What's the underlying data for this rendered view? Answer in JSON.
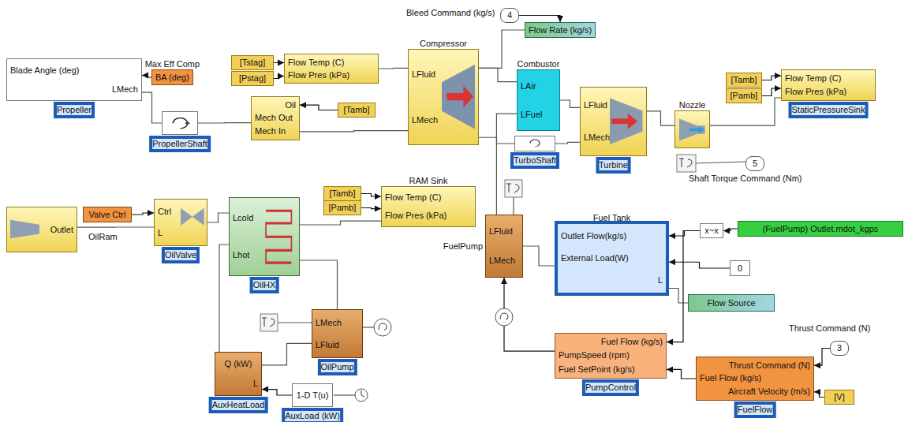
{
  "diagram": {
    "nodes": [
      {
        "text": [
          "Blade Angle (deg)",
          "LMech",
          "Propeller"
        ]
      },
      {
        "text": [
          "Max Eff Comp",
          "BA (deg)"
        ]
      },
      {
        "text": [
          "PropellerShaft"
        ]
      },
      {
        "text": [
          "Oil",
          "Mech Out",
          "Mech In"
        ]
      },
      {
        "text": [
          "[Tamb]"
        ]
      },
      {
        "text": [
          "[Tstag]"
        ]
      },
      {
        "text": [
          "[Pstag]"
        ]
      },
      {
        "text": [
          "Flow Temp (C)",
          "Flow Pres (kPa)"
        ]
      },
      {
        "text": [
          "Compressor",
          "LFluid",
          "LMech"
        ]
      },
      {
        "text": [
          "4"
        ]
      },
      {
        "text": [
          "Flow Rate (kg/s)"
        ]
      },
      {
        "text": [
          "Combustor",
          "LAir",
          "LFuel"
        ]
      },
      {
        "text": [
          "TurboShaft"
        ]
      },
      {
        "text": [
          "LFluid",
          "LMech",
          "Turbine"
        ]
      },
      {
        "text": [
          "Nozzle"
        ]
      },
      {
        "text": [
          "[Tamb]"
        ]
      },
      {
        "text": [
          "[Pamb]"
        ]
      },
      {
        "text": [
          "Flow Temp (C)",
          "Flow Pres (kPa)",
          "StaticPressureSink"
        ]
      },
      {
        "text": [
          "5"
        ]
      },
      {
        "text": [
          "RAM Sink",
          "Flow Temp (C)",
          "Flow Pres (kPa)"
        ]
      },
      {
        "text": [
          "[Tamb]"
        ]
      },
      {
        "text": [
          "[Pamb]"
        ]
      },
      {
        "text": [
          "Outlet"
        ]
      },
      {
        "text": [
          "Valve Ctrl"
        ]
      },
      {
        "text": [
          "Ctrl",
          "L",
          "OilValve"
        ]
      },
      {
        "text": [
          "Lcold",
          "Lhot",
          "OilHX"
        ]
      },
      {
        "text": [
          "LFluid",
          "LMech",
          "FuelPump"
        ]
      },
      {
        "text": [
          "Fuel Tank",
          "Outlet Flow(kg/s)",
          "External Load(W)",
          "L"
        ]
      },
      {
        "text": [
          "x~x"
        ]
      },
      {
        "text": [
          "(FuelPump) Outlet.mdot_kgps"
        ]
      },
      {
        "text": [
          "0"
        ]
      },
      {
        "text": [
          "Flow Source"
        ]
      },
      {
        "text": [
          "LMech",
          "LFluid",
          "OilPump"
        ]
      },
      {
        "text": [
          "Fuel Flow (kg/s)",
          "PumpSpeed (rpm)",
          "Fuel SetPoint (kg/s)",
          "PumpControl"
        ]
      },
      {
        "text": [
          "Thrust Command (N)",
          "Fuel Flow (kg/s)",
          "Aircraft Velocity (m/s)",
          "FuelFlow"
        ]
      },
      {
        "text": [
          "3"
        ]
      },
      {
        "text": [
          "[V]"
        ]
      },
      {
        "text": [
          "Q (kW)",
          "L",
          "AuxHeatLoad"
        ]
      },
      {
        "text": [
          "1-D T(u)",
          "AuxLoad (kW)"
        ]
      }
    ],
    "edges": [
      {
        "from": 1,
        "to": 0,
        "arrow": "to"
      },
      {
        "from": 0,
        "to": 2,
        "arrow": "none"
      },
      {
        "from": 2,
        "to": 3,
        "arrow": "none"
      },
      {
        "from": 4,
        "to": 3,
        "arrow": "to"
      },
      {
        "from": 5,
        "to": 7,
        "arrow": "to"
      },
      {
        "from": 6,
        "to": 7,
        "arrow": "to"
      },
      {
        "from": 7,
        "to": 8,
        "arrow": "none"
      },
      {
        "from": 3,
        "to": 8,
        "arrow": "none"
      },
      {
        "from": 8,
        "to": 11,
        "arrow": "none"
      },
      {
        "from": 8,
        "to": 10,
        "arrow": "none"
      },
      {
        "from": 9,
        "to": 10,
        "arrow": "to"
      },
      {
        "from": 11,
        "to": 13,
        "arrow": "none"
      },
      {
        "from": 8,
        "to": 12,
        "arrow": "none"
      },
      {
        "from": 12,
        "to": 13,
        "arrow": "none"
      },
      {
        "from": 13,
        "to": 14,
        "arrow": "none"
      },
      {
        "from": 14,
        "to": 17,
        "arrow": "none"
      },
      {
        "from": 15,
        "to": 17,
        "arrow": "to"
      },
      {
        "from": 16,
        "to": 17,
        "arrow": "to"
      },
      {
        "from": 20,
        "to": 19,
        "arrow": "to"
      },
      {
        "from": 21,
        "to": 19,
        "arrow": "to"
      },
      {
        "from": 22,
        "to": 24,
        "arrow": "none"
      },
      {
        "from": 23,
        "to": 24,
        "arrow": "to"
      },
      {
        "from": 24,
        "to": 25,
        "arrow": "none"
      },
      {
        "from": 25,
        "to": 19,
        "arrow": "none"
      },
      {
        "from": 25,
        "to": 32,
        "arrow": "none"
      },
      {
        "from": 32,
        "to": 37,
        "arrow": "none"
      },
      {
        "from": 37,
        "to": 25,
        "arrow": "none"
      },
      {
        "from": 38,
        "to": 37,
        "arrow": "to"
      },
      {
        "from": 26,
        "to": 11,
        "arrow": "none"
      },
      {
        "from": 26,
        "to": 27,
        "arrow": "none"
      },
      {
        "from": 27,
        "to": 31,
        "arrow": "none"
      },
      {
        "from": 29,
        "to": 28,
        "arrow": "to"
      },
      {
        "from": 28,
        "to": 27,
        "arrow": "to"
      },
      {
        "from": 30,
        "to": 27,
        "arrow": "to"
      },
      {
        "from": 28,
        "to": 33,
        "arrow": "to"
      },
      {
        "from": 34,
        "to": 33,
        "arrow": "to"
      },
      {
        "from": 35,
        "to": 34,
        "arrow": "to"
      },
      {
        "from": 36,
        "to": 34,
        "arrow": "to"
      },
      {
        "from": 33,
        "to": 26,
        "arrow": "to"
      }
    ],
    "labels": [
      "Bleed Command (kg/s)",
      "Shaft Torque Command (Nm)",
      "Thrust Command (N)",
      "OilRam"
    ]
  }
}
